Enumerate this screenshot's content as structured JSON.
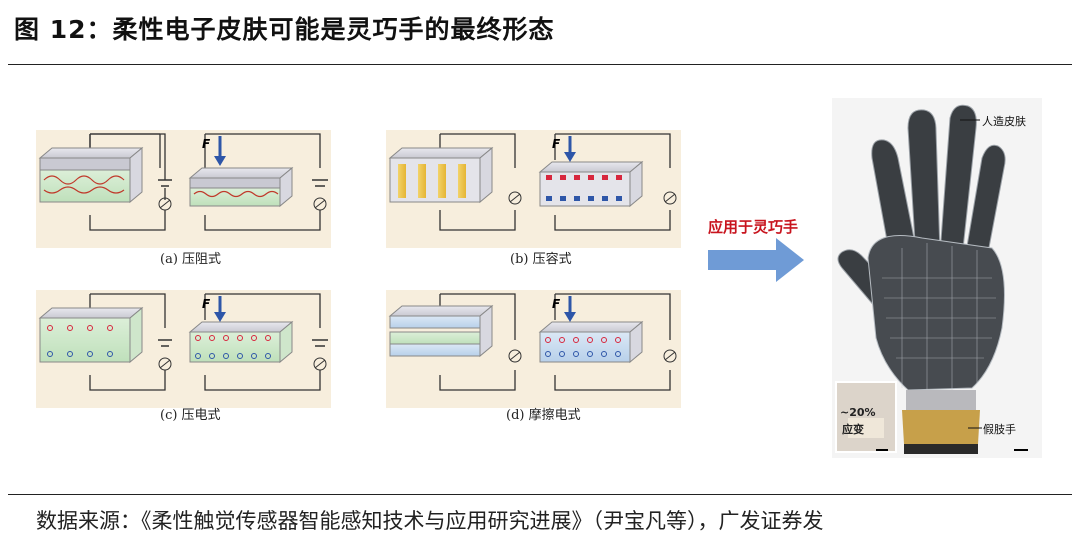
{
  "header": {
    "title": "图 12：柔性电子皮肤可能是灵巧手的最终形态"
  },
  "panels": [
    {
      "caption": "(a) 压阻式",
      "force": "F"
    },
    {
      "caption": "(b) 压容式",
      "force": "F"
    },
    {
      "caption": "(c) 压电式",
      "force": "F"
    },
    {
      "caption": "(d) 摩擦电式",
      "force": "F"
    }
  ],
  "arrow": {
    "label": "应用于灵巧手",
    "color": "#6f9bd6"
  },
  "hand": {
    "label_skin": "人造皮肤",
    "label_prosthetic": "假肢手",
    "inset_strain_value": "~20%",
    "inset_strain_label": "应变"
  },
  "footer": {
    "source": "数据来源：《柔性触觉传感器智能感知技术与应用研究进展》（尹宝凡等），广发证券发"
  },
  "colors": {
    "panel_bg": "#f7eedd",
    "accent_red": "#c8141e",
    "force_arrow": "#2e56a8"
  }
}
